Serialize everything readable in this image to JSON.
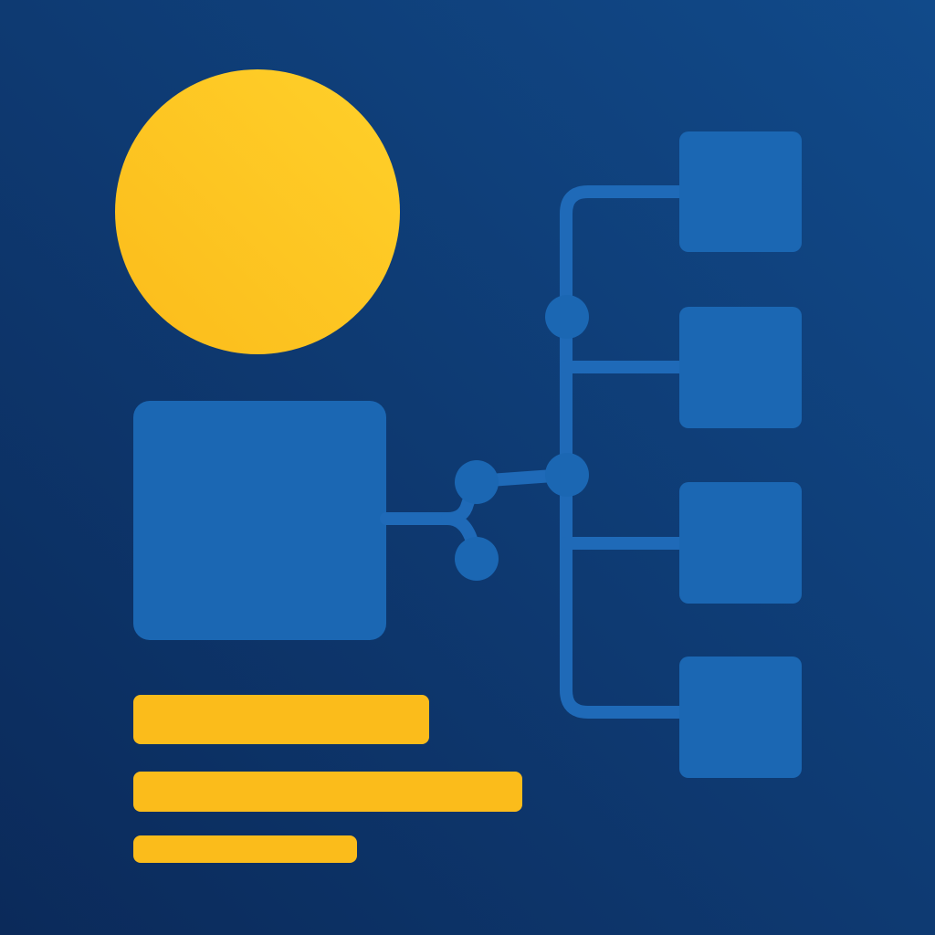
{
  "colors": {
    "background_dark": "#0b2a5a",
    "background_light": "#114a8a",
    "accent_yellow": "#fbbc1b",
    "accent_yellow_light": "#ffd02a",
    "node_blue": "#1b67b3",
    "connector_blue": "#1f6ab8"
  },
  "elements": {
    "avatar": "person-avatar-icon",
    "info_lines": [
      "info-line",
      "info-line",
      "info-line"
    ],
    "branch_nodes": [
      "tree-node",
      "tree-node",
      "tree-node",
      "tree-node"
    ]
  }
}
